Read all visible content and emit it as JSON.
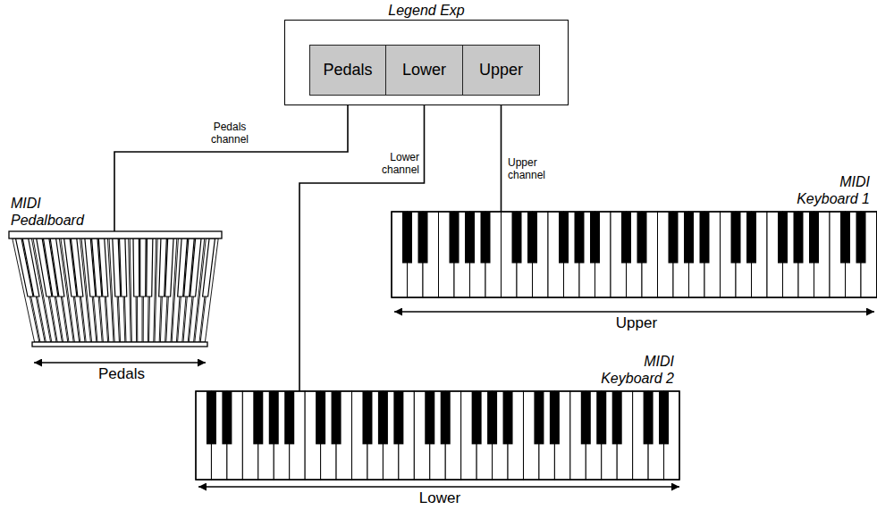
{
  "diagram": {
    "nodes": [
      {
        "text": [
          "Legend Exp"
        ]
      },
      {
        "text": [
          "Pedals"
        ],
        "in": 0
      },
      {
        "text": [
          "Lower"
        ],
        "in": 0
      },
      {
        "text": [
          "Upper"
        ],
        "in": 0
      },
      {
        "text": [
          "MIDI Keyboard 1"
        ]
      },
      {
        "text": [
          "MIDI Pedalboard"
        ]
      },
      {
        "text": [
          "MIDI Keyboard 2"
        ]
      }
    ],
    "edges": [
      {
        "from": 5,
        "to": 1,
        "arrow": "to",
        "label": "Pedals channel"
      },
      {
        "from": 6,
        "to": 2,
        "arrow": "to",
        "label": "Lower channel"
      },
      {
        "from": 4,
        "to": 3,
        "arrow": "to",
        "label": "Upper channel"
      }
    ],
    "labels": [
      "Upper",
      "Pedals",
      "Lower"
    ]
  }
}
